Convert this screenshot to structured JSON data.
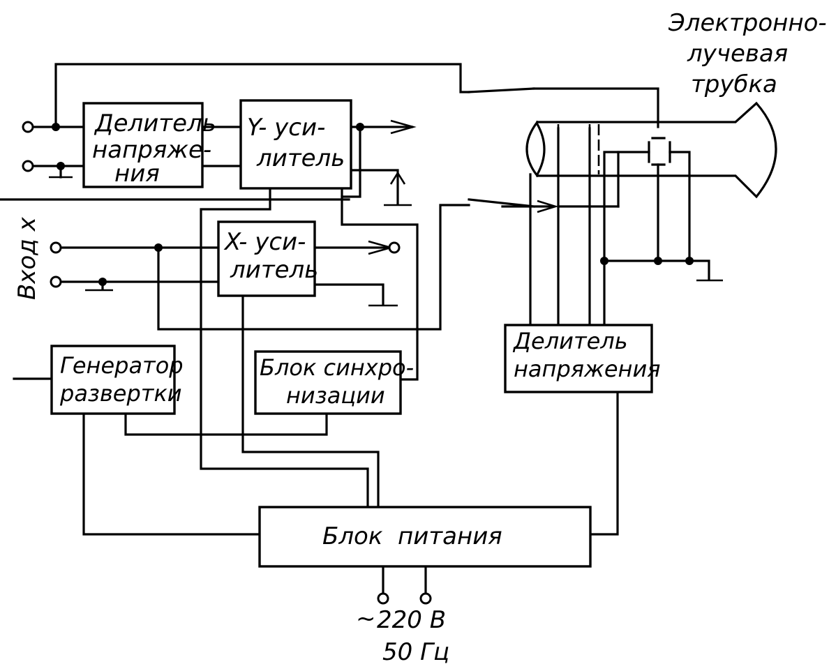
{
  "blocks": {
    "input_divider": [
      "Делитель",
      "напряже-",
      "ния"
    ],
    "y_amp": [
      "Y- уси-",
      "литель"
    ],
    "x_amp": [
      "X- уси-",
      "литель"
    ],
    "sweep_gen": [
      "Генератор",
      "развертки"
    ],
    "sync_block": [
      "Блок синхро-",
      "низации"
    ],
    "crt_divider": [
      "Делитель",
      "напряжения"
    ],
    "power_supply": "Блок  питания"
  },
  "labels": {
    "crt": [
      "Электронно-",
      "лучевая",
      "трубка"
    ],
    "input_x": "Вход x",
    "mains_voltage": "220 В",
    "mains_freq": "50 Гц",
    "ac_symbol": "~"
  }
}
